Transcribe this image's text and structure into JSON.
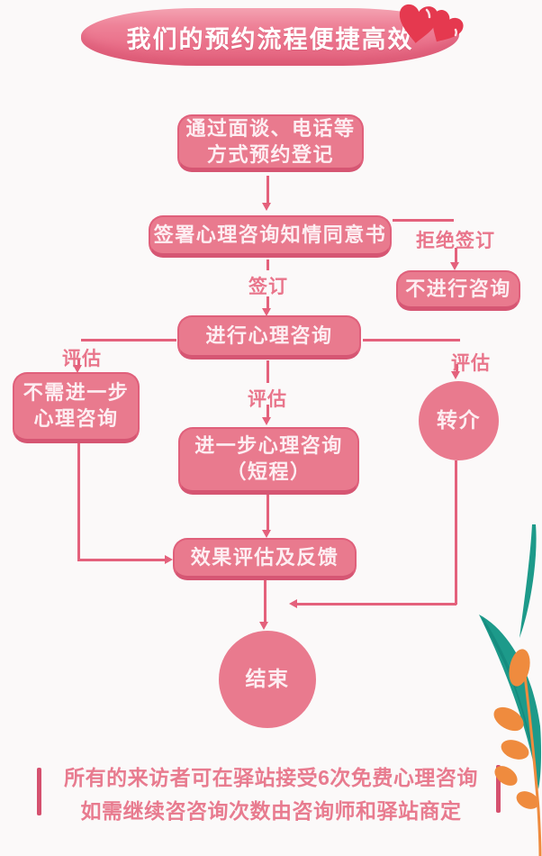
{
  "title": "我们的预约流程便捷高效",
  "nodes": {
    "register": "通过面谈、电话等\n方式预约登记",
    "sign_agreement": "签署心理咨询知情同意书",
    "no_consult": "不进行咨询",
    "consult": "进行心理咨询",
    "no_further": "不需进一步\n心理咨询",
    "referral": "转介",
    "further": "进一步心理咨询\n（短程）",
    "feedback": "效果评估及反馈",
    "end": "结束"
  },
  "edge_labels": {
    "sign": "签订",
    "refuse_sign": "拒绝签订",
    "evaluate_left": "评估",
    "evaluate_mid": "评估",
    "evaluate_right": "评估"
  },
  "footer": {
    "line1": "所有的来访者可在驿站接受6次免费心理咨询",
    "line2": "如需继续咨咨询次数由咨询师和驿站商定"
  },
  "icons": {
    "hearts": "double-heart-icon",
    "leaves": "teal-leaf-and-orange-branch"
  },
  "colors": {
    "node_fill": "#e97a8e",
    "node_border": "#e0607b",
    "node_shade": "#d65673",
    "node_text": "#fdeef2",
    "line": "#e4617c",
    "label_text": "#e9758b",
    "banner_light": "#f4a3b2",
    "banner_dark": "#e56680",
    "heart": "#e5394f",
    "leaf_teal": "#1d9a8a",
    "leaf_orange": "#ef8b3e",
    "footer_text": "#e87b8f",
    "bar": "#d5516f",
    "background": "#fbf9f9"
  }
}
